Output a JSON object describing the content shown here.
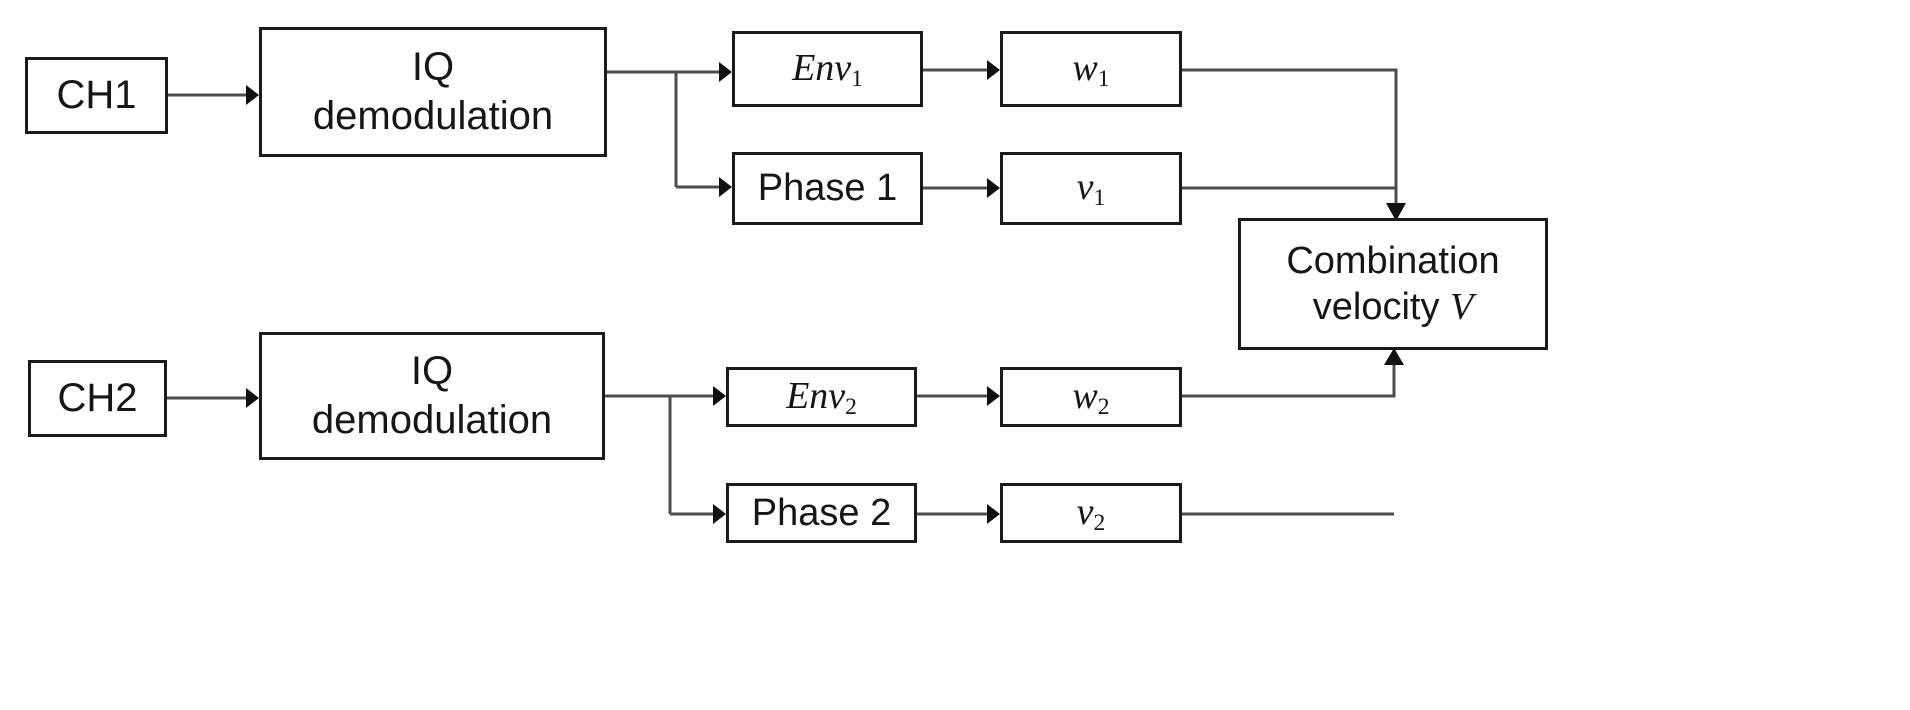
{
  "diagram": {
    "title": "Dual-channel IQ demodulation velocity combination block diagram",
    "background_color": "#ffffff",
    "line_color": "#4d4d4d",
    "box_border_color": "#1a1a1a",
    "text_color": "#161616"
  },
  "nodes": {
    "ch1": {
      "label": "CH1"
    },
    "iq1": {
      "label": "IQ\ndemodulation"
    },
    "env1": {
      "base": "Env",
      "sub": "1"
    },
    "phase1": {
      "label": "Phase 1"
    },
    "w1": {
      "base": "w",
      "sub": "1"
    },
    "v1": {
      "base": "v",
      "sub": "1"
    },
    "ch2": {
      "label": "CH2"
    },
    "iq2": {
      "label": "IQ\ndemodulation"
    },
    "env2": {
      "base": "Env",
      "sub": "2"
    },
    "phase2": {
      "label": "Phase 2"
    },
    "w2": {
      "base": "w",
      "sub": "2"
    },
    "v2": {
      "base": "v",
      "sub": "2"
    },
    "combination": {
      "line1": "Combination",
      "line2_text": "velocity",
      "line2_var": "V"
    }
  },
  "edges": [
    {
      "from": "ch1",
      "to": "iq1",
      "arrow": "right"
    },
    {
      "from": "iq1",
      "to": "env1",
      "arrow": "right"
    },
    {
      "from": "iq1",
      "to": "phase1",
      "arrow": "right"
    },
    {
      "from": "env1",
      "to": "w1",
      "arrow": "right"
    },
    {
      "from": "phase1",
      "to": "v1",
      "arrow": "right"
    },
    {
      "from": "w1",
      "to": "combination",
      "arrow": "down"
    },
    {
      "from": "v1",
      "to": "combination",
      "arrow": "down"
    },
    {
      "from": "ch2",
      "to": "iq2",
      "arrow": "right"
    },
    {
      "from": "iq2",
      "to": "env2",
      "arrow": "right"
    },
    {
      "from": "iq2",
      "to": "phase2",
      "arrow": "right"
    },
    {
      "from": "env2",
      "to": "w2",
      "arrow": "right"
    },
    {
      "from": "phase2",
      "to": "v2",
      "arrow": "right"
    },
    {
      "from": "w2",
      "to": "combination",
      "arrow": "up"
    },
    {
      "from": "v2",
      "to": "combination",
      "arrow": "up"
    }
  ]
}
